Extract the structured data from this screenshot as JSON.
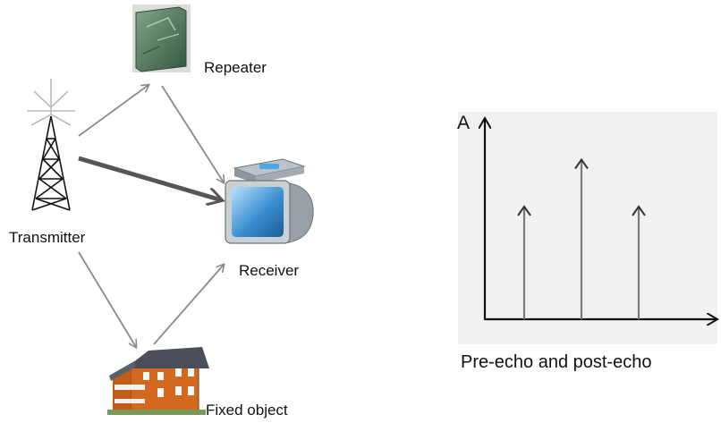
{
  "labels": {
    "repeater": "Repeater",
    "transmitter": "Transmitter",
    "receiver": "Receiver",
    "fixed_object": "Fixed object",
    "caption": "Pre-echo and post-echo",
    "y_axis": "A"
  },
  "colors": {
    "thin_arrow": "#8a8a8a",
    "direct_arrow": "#555555",
    "repeater_body": "#4f7a5c",
    "house_wall": "#d2691e",
    "house_roof": "#4a4f5a",
    "receiver_screen": "#3a8fd0",
    "impulse": "#7a7a7a",
    "panel_bg": "#f1f1f1"
  },
  "icons": [
    "repeater-icon",
    "transmitter-tower-icon",
    "receiver-monitor-icon",
    "house-icon"
  ],
  "chart_data": {
    "type": "impulse",
    "ylabel": "A",
    "impulses": [
      {
        "position": 1,
        "amplitude": 0.6
      },
      {
        "position": 2,
        "amplitude": 0.85
      },
      {
        "position": 3,
        "amplitude": 0.6
      }
    ]
  }
}
